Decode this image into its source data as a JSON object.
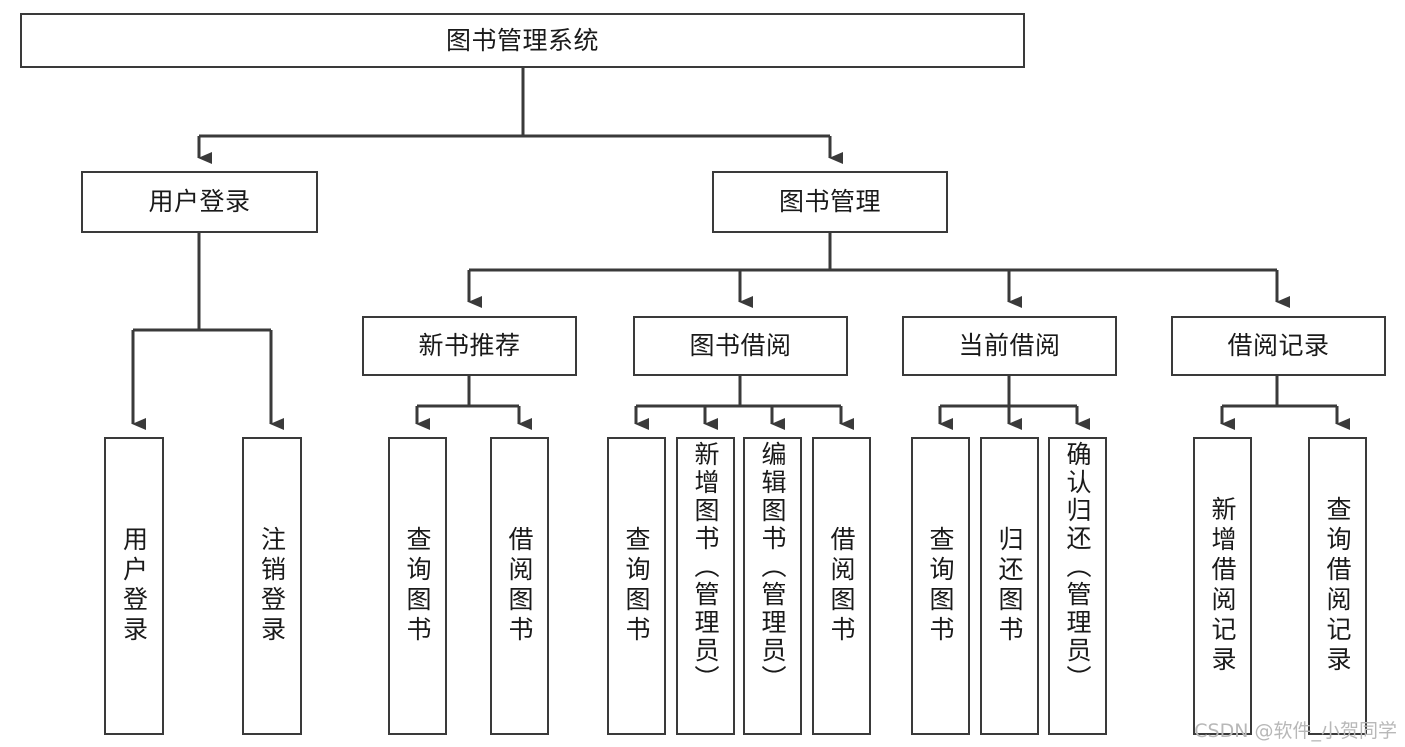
{
  "diagram": {
    "title": "图书管理系统",
    "type": "tree-hierarchy",
    "stroke_color": "#3a3a3a",
    "fill_color": "#ffffff",
    "text_color": "#1a1a1a"
  },
  "root": {
    "label": "图书管理系统"
  },
  "level2": [
    {
      "label": "用户登录"
    },
    {
      "label": "图书管理"
    }
  ],
  "level3": [
    {
      "label": "新书推荐"
    },
    {
      "label": "图书借阅"
    },
    {
      "label": "当前借阅"
    },
    {
      "label": "借阅记录"
    }
  ],
  "leaves": {
    "user_login": [
      {
        "label": "用户登录"
      },
      {
        "label": "注销登录"
      }
    ],
    "new_book": [
      {
        "label": "查询图书"
      },
      {
        "label": "借阅图书"
      }
    ],
    "borrow_book": [
      {
        "label": "查询图书"
      },
      {
        "label": "新增图书（管理员）"
      },
      {
        "label": "编辑图书（管理员）"
      },
      {
        "label": "借阅图书"
      }
    ],
    "current_borrow": [
      {
        "label": "查询图书"
      },
      {
        "label": "归还图书"
      },
      {
        "label": "确认归还（管理员）"
      }
    ],
    "borrow_record": [
      {
        "label": "新增借阅记录"
      },
      {
        "label": "查询借阅记录"
      }
    ]
  },
  "watermark": {
    "text": "CSDN @软件_小贺同学"
  }
}
